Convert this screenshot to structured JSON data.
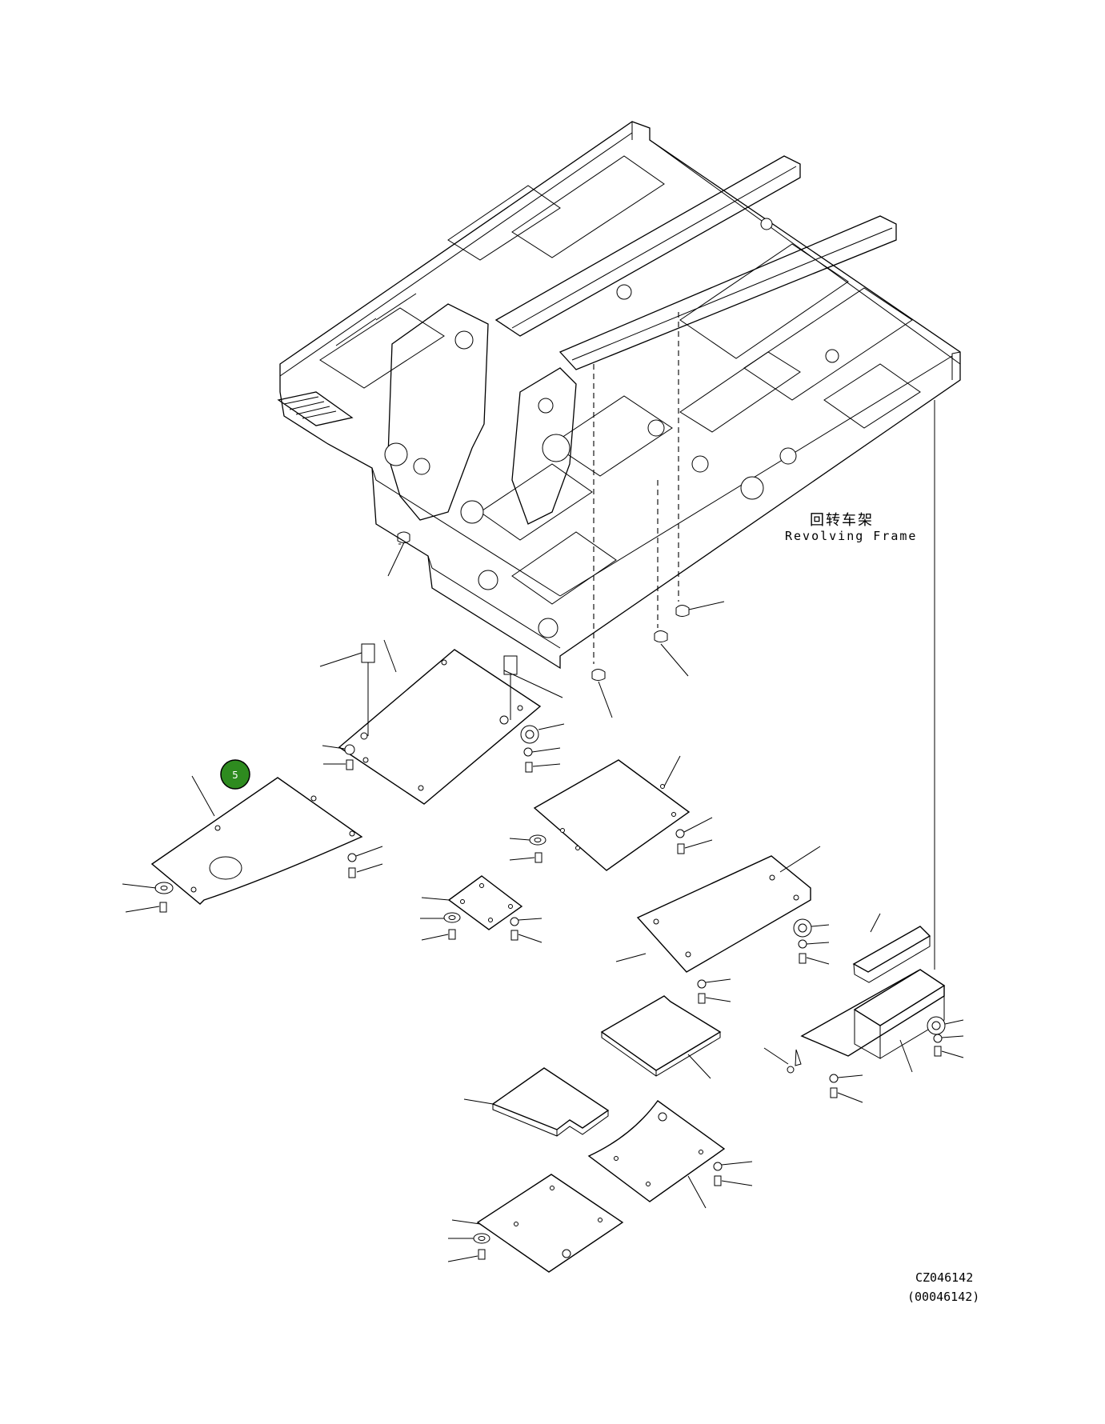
{
  "frame_label": {
    "chinese": "回转车架",
    "english": "Revolving Frame"
  },
  "callout": {
    "number": "5",
    "color": "#2e8b1f"
  },
  "drawing_codes": {
    "primary": "CZ046142",
    "secondary": "(00046142)"
  }
}
